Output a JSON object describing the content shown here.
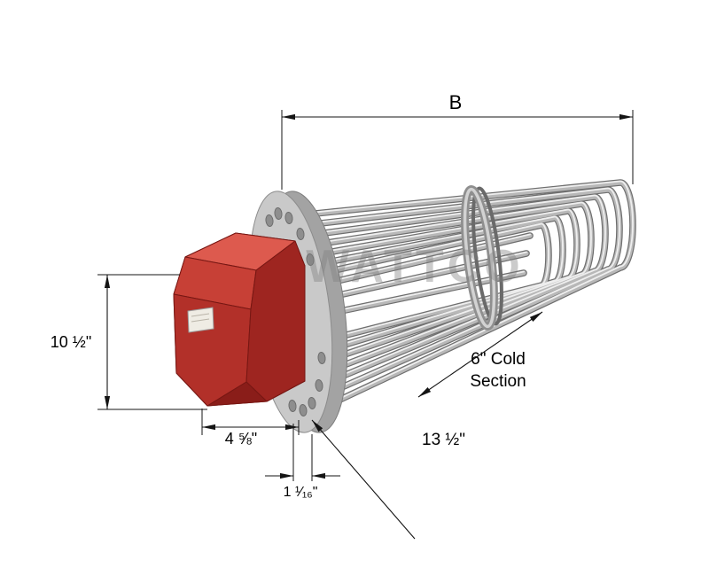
{
  "diagram": {
    "watermark": "WATTCO",
    "labels": {
      "length_b": "B",
      "housing_height": "10 ½\"",
      "housing_width": "4 ⅝\"",
      "standoff": "1 ¹⁄₁₆\"",
      "flange_od": "13 ½\"",
      "cold_line1": "6\" Cold",
      "cold_line2": "Section"
    },
    "colors": {
      "housing_red": "#b23029",
      "flange_gray": "#c9c9c9",
      "element_steel": "#b8b8b8",
      "dimension_lines": "#141414"
    }
  }
}
